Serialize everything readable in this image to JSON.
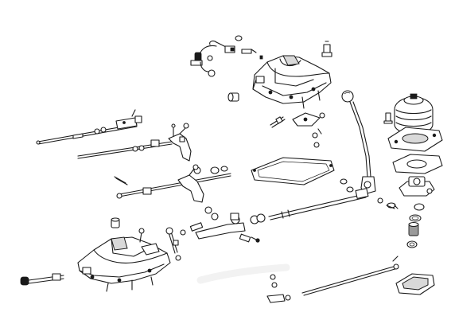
{
  "diagram": {
    "type": "exploded-parts-view",
    "background_color": "#ffffff",
    "ink_color": "#1a1a1a",
    "parts": [
      "wiring-connector",
      "shift-housing-top",
      "shift-rod-upper",
      "shift-fork-upper",
      "shift-rod-middle",
      "shift-fork-middle",
      "gasket",
      "shift-lever",
      "shift-boot",
      "boot-retainer-plate",
      "lever-seat-plate",
      "cup-bushing",
      "shift-linkage-rod",
      "selector-rod-lower",
      "shift-housing-bottom",
      "floor-plate"
    ]
  }
}
